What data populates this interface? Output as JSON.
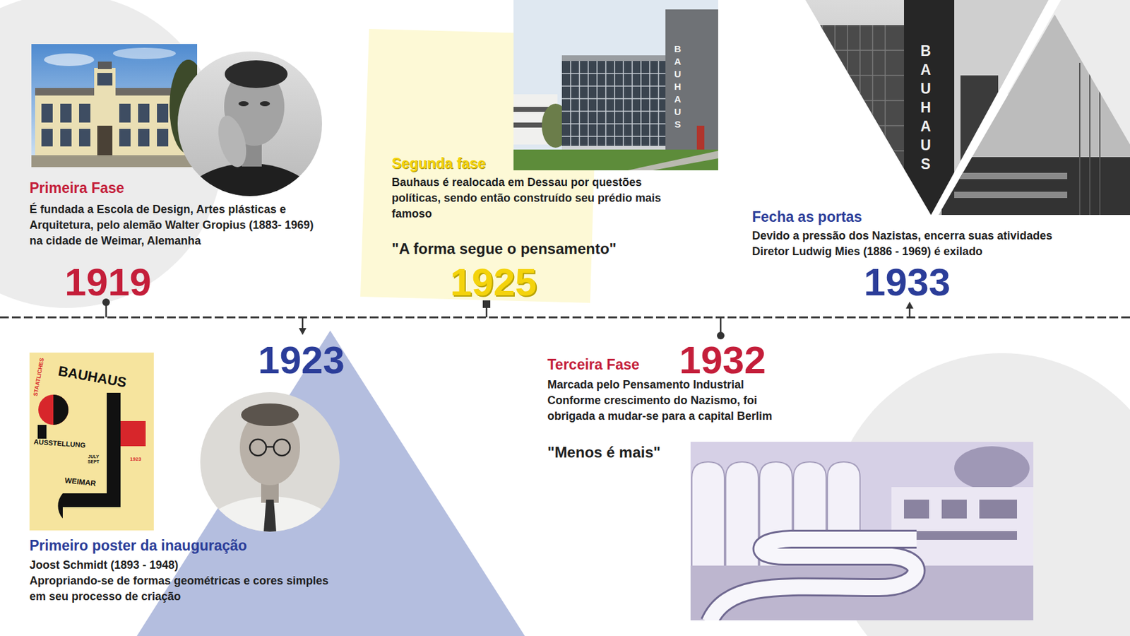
{
  "diagram": {
    "nodes": [
      {
        "text": [
          "Primeira Fase",
          "É fundada a Escola de Design, Artes plásticas e Arquitetura, pelo alemão Walter Gropius (1883- 1969) na cidade de Weimar, Alemanha",
          "1919"
        ]
      },
      {
        "text": [
          "Segunda fase",
          "Bauhaus é realocada em Dessau por questões políticas, sendo então construído seu prédio mais famoso",
          "\"A forma segue o pensamento\"",
          "1925"
        ]
      },
      {
        "text": [
          "1923",
          "Primeiro poster da inauguração",
          "Joost Schmidt (1893 - 1948)",
          "Apropriando-se de formas geométricas e cores simples em seu processo de criação"
        ]
      }
    ],
    "labels": [
      "BAUHAUS",
      "BAUHAUS",
      "Fecha as portas",
      "Devido a pressão dos Nazistas, encerra suas atividades",
      "Diretor Ludwig Mies (1886 - 1969) é exilado",
      "1933",
      "STAATLICHES",
      "BAUHAUS",
      "AUSSTELLUNG",
      "JULY SEPT",
      "1923",
      "WEIMAR",
      "Terceira Fase",
      "1932",
      "Marcada pelo Pensamento Industrial",
      "Conforme crescimento do Nazismo, foi obrigada a mudar-se para a capital Berlim",
      "\"Menos é mais\""
    ]
  }
}
